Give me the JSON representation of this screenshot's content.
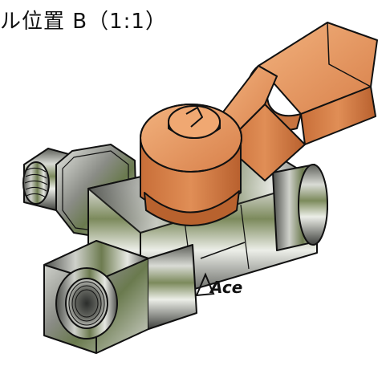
{
  "caption": "ル位置  B（1:1）",
  "logo_text": "Ace",
  "colors": {
    "handle": "#d9824a",
    "handle_shadow": "#a85a2a",
    "handle_light": "#f0b07c",
    "steel_dark": "#4a4c4a",
    "steel_mid": "#8c8e88",
    "steel_light": "#d8dad4",
    "reflect_green": "#6f7d52",
    "outline": "#111111"
  },
  "icons": [
    "ball-valve-illustration",
    "logo-mark"
  ]
}
